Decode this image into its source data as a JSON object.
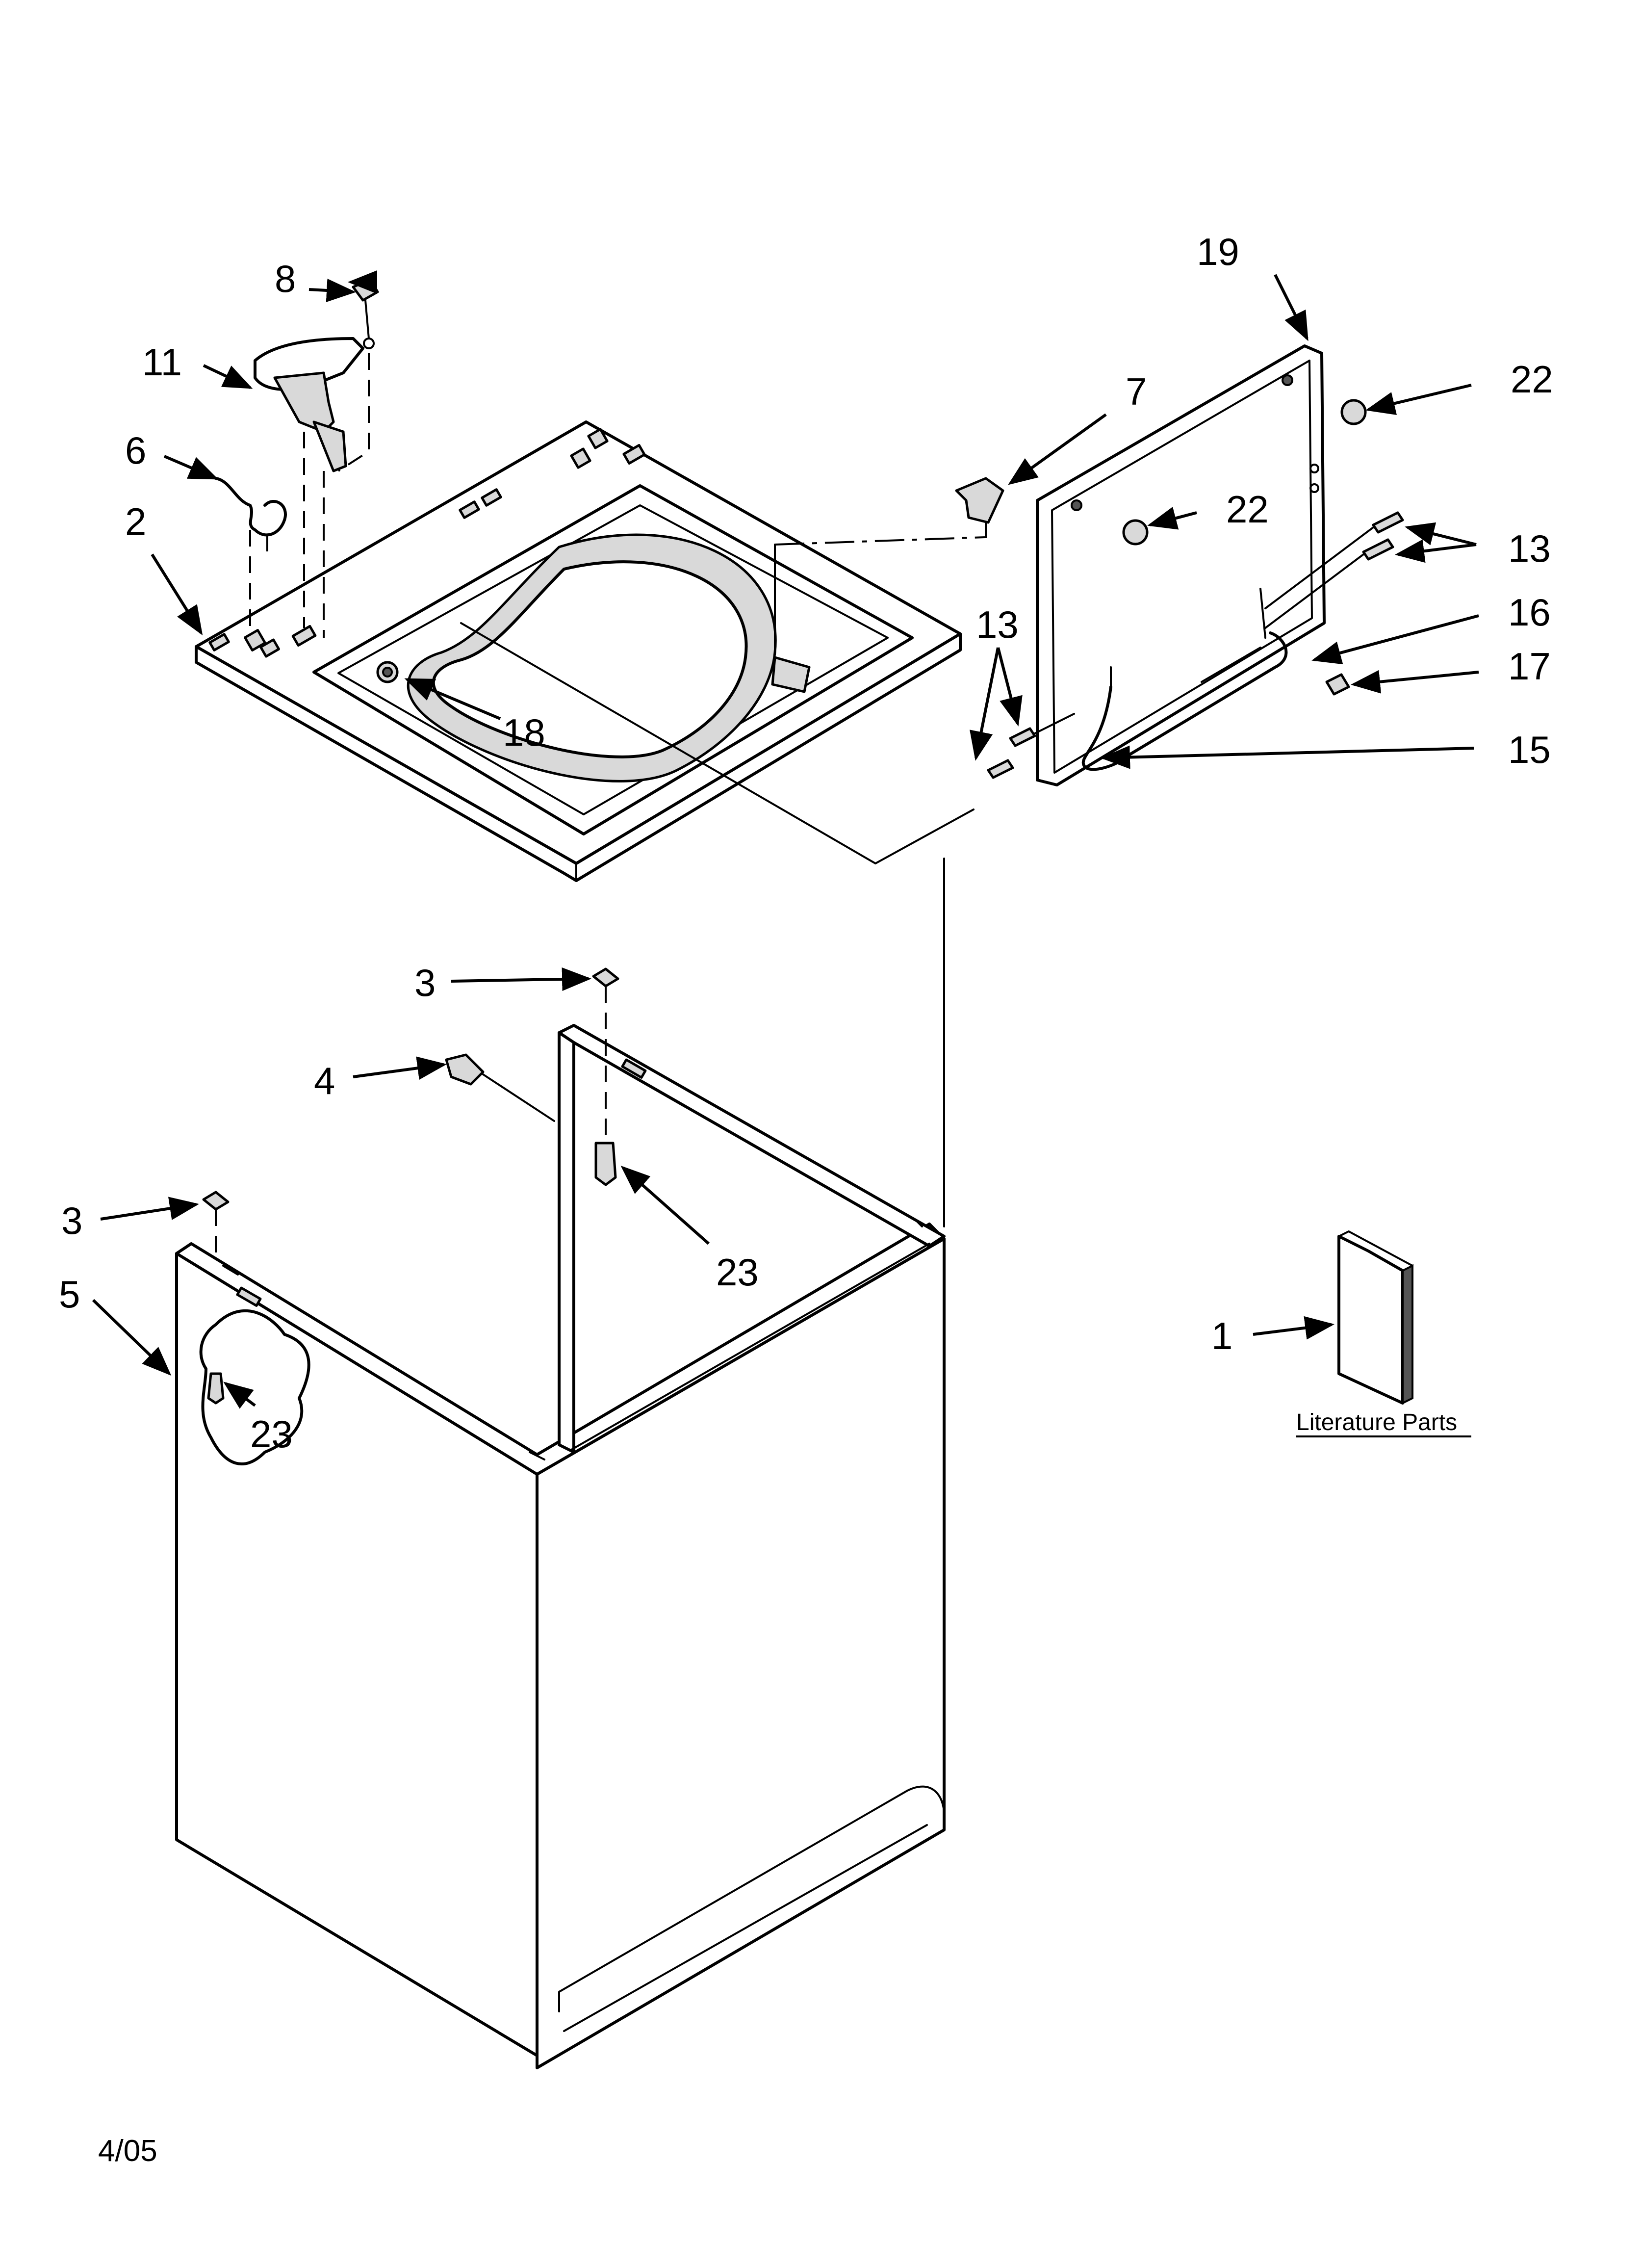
{
  "callouts": {
    "c1": "1",
    "c2": "2",
    "c3a": "3",
    "c3b": "3",
    "c4": "4",
    "c5": "5",
    "c6": "6",
    "c7": "7",
    "c8": "8",
    "c11": "11",
    "c13a": "13",
    "c13b": "13",
    "c15": "15",
    "c16": "16",
    "c17": "17",
    "c18": "18",
    "c19": "19",
    "c22a": "22",
    "c22b": "22",
    "c23a": "23",
    "c23b": "23"
  },
  "literature_label": "Literature Parts",
  "date_code": "4/05"
}
